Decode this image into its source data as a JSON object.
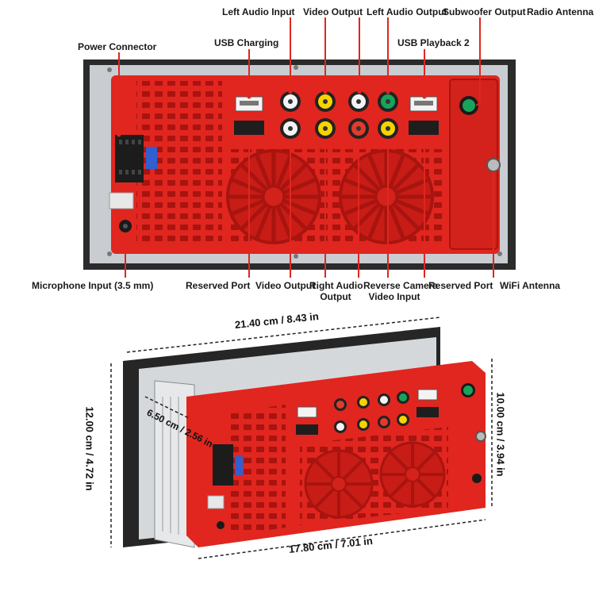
{
  "labels": {
    "left_audio_input": "Left Audio Input",
    "video_output_top": "Video Output",
    "left_audio_output": "Left Audio Output",
    "subwoofer_output": "Subwoofer Output",
    "radio_antenna": "Radio Antenna",
    "power_connector": "Power Connector",
    "usb_charging": "USB Charging",
    "usb_playback_2": "USB Playback 2",
    "microphone_input": "Microphone Input (3.5 mm)",
    "reserved_port_left": "Reserved Port",
    "video_output_bottom": "Video Output",
    "right_audio_output_line1": "Right Audio",
    "right_audio_output_line2": "Output",
    "reverse_camera_line1": "Reverse Camera",
    "reverse_camera_line2": "Video Input",
    "reserved_port_right": "Reserved Port",
    "wifi_antenna": "WiFi Antenna"
  },
  "dimensions": {
    "width": "21.40 cm / 8.43 in",
    "height": "12.00 cm / 4.72 in",
    "depth": "6.50 cm / 2.56 in",
    "chassis_height": "10.00 cm / 3.94 in",
    "chassis_width": "17.80 cm / 7.01 in"
  },
  "colors": {
    "red_body": "#e0261f",
    "red_dark": "#a8140f",
    "callout_line": "#e0261f",
    "frame": "#2b2b2b",
    "plate": "#c9cdd1"
  }
}
